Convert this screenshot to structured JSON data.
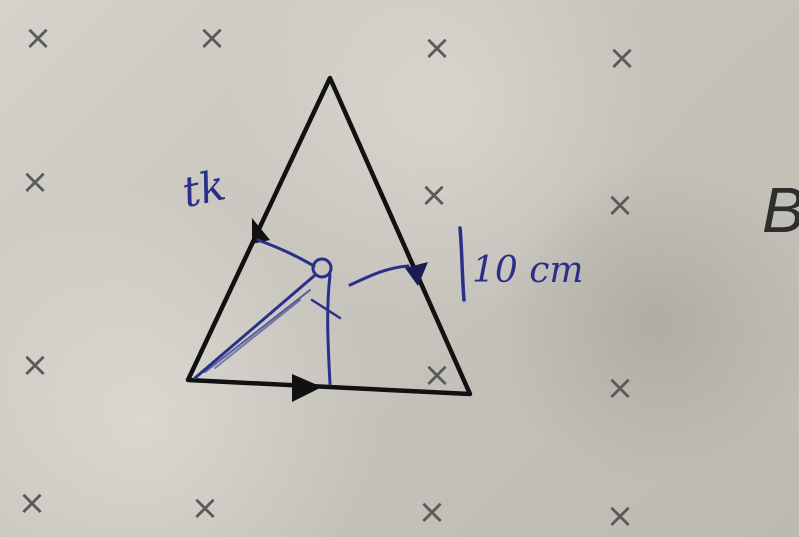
{
  "field": {
    "symbol": "×",
    "label": "B",
    "rows": 4,
    "cols_per_row": 4
  },
  "annotations": {
    "vertex_mark": "tk",
    "side_length": "10 cm"
  },
  "colors": {
    "paper": "#c9c7c0",
    "ink_print": "#111111",
    "ink_pen": "#2a2f8a",
    "field_mark": "#5a5a58"
  }
}
